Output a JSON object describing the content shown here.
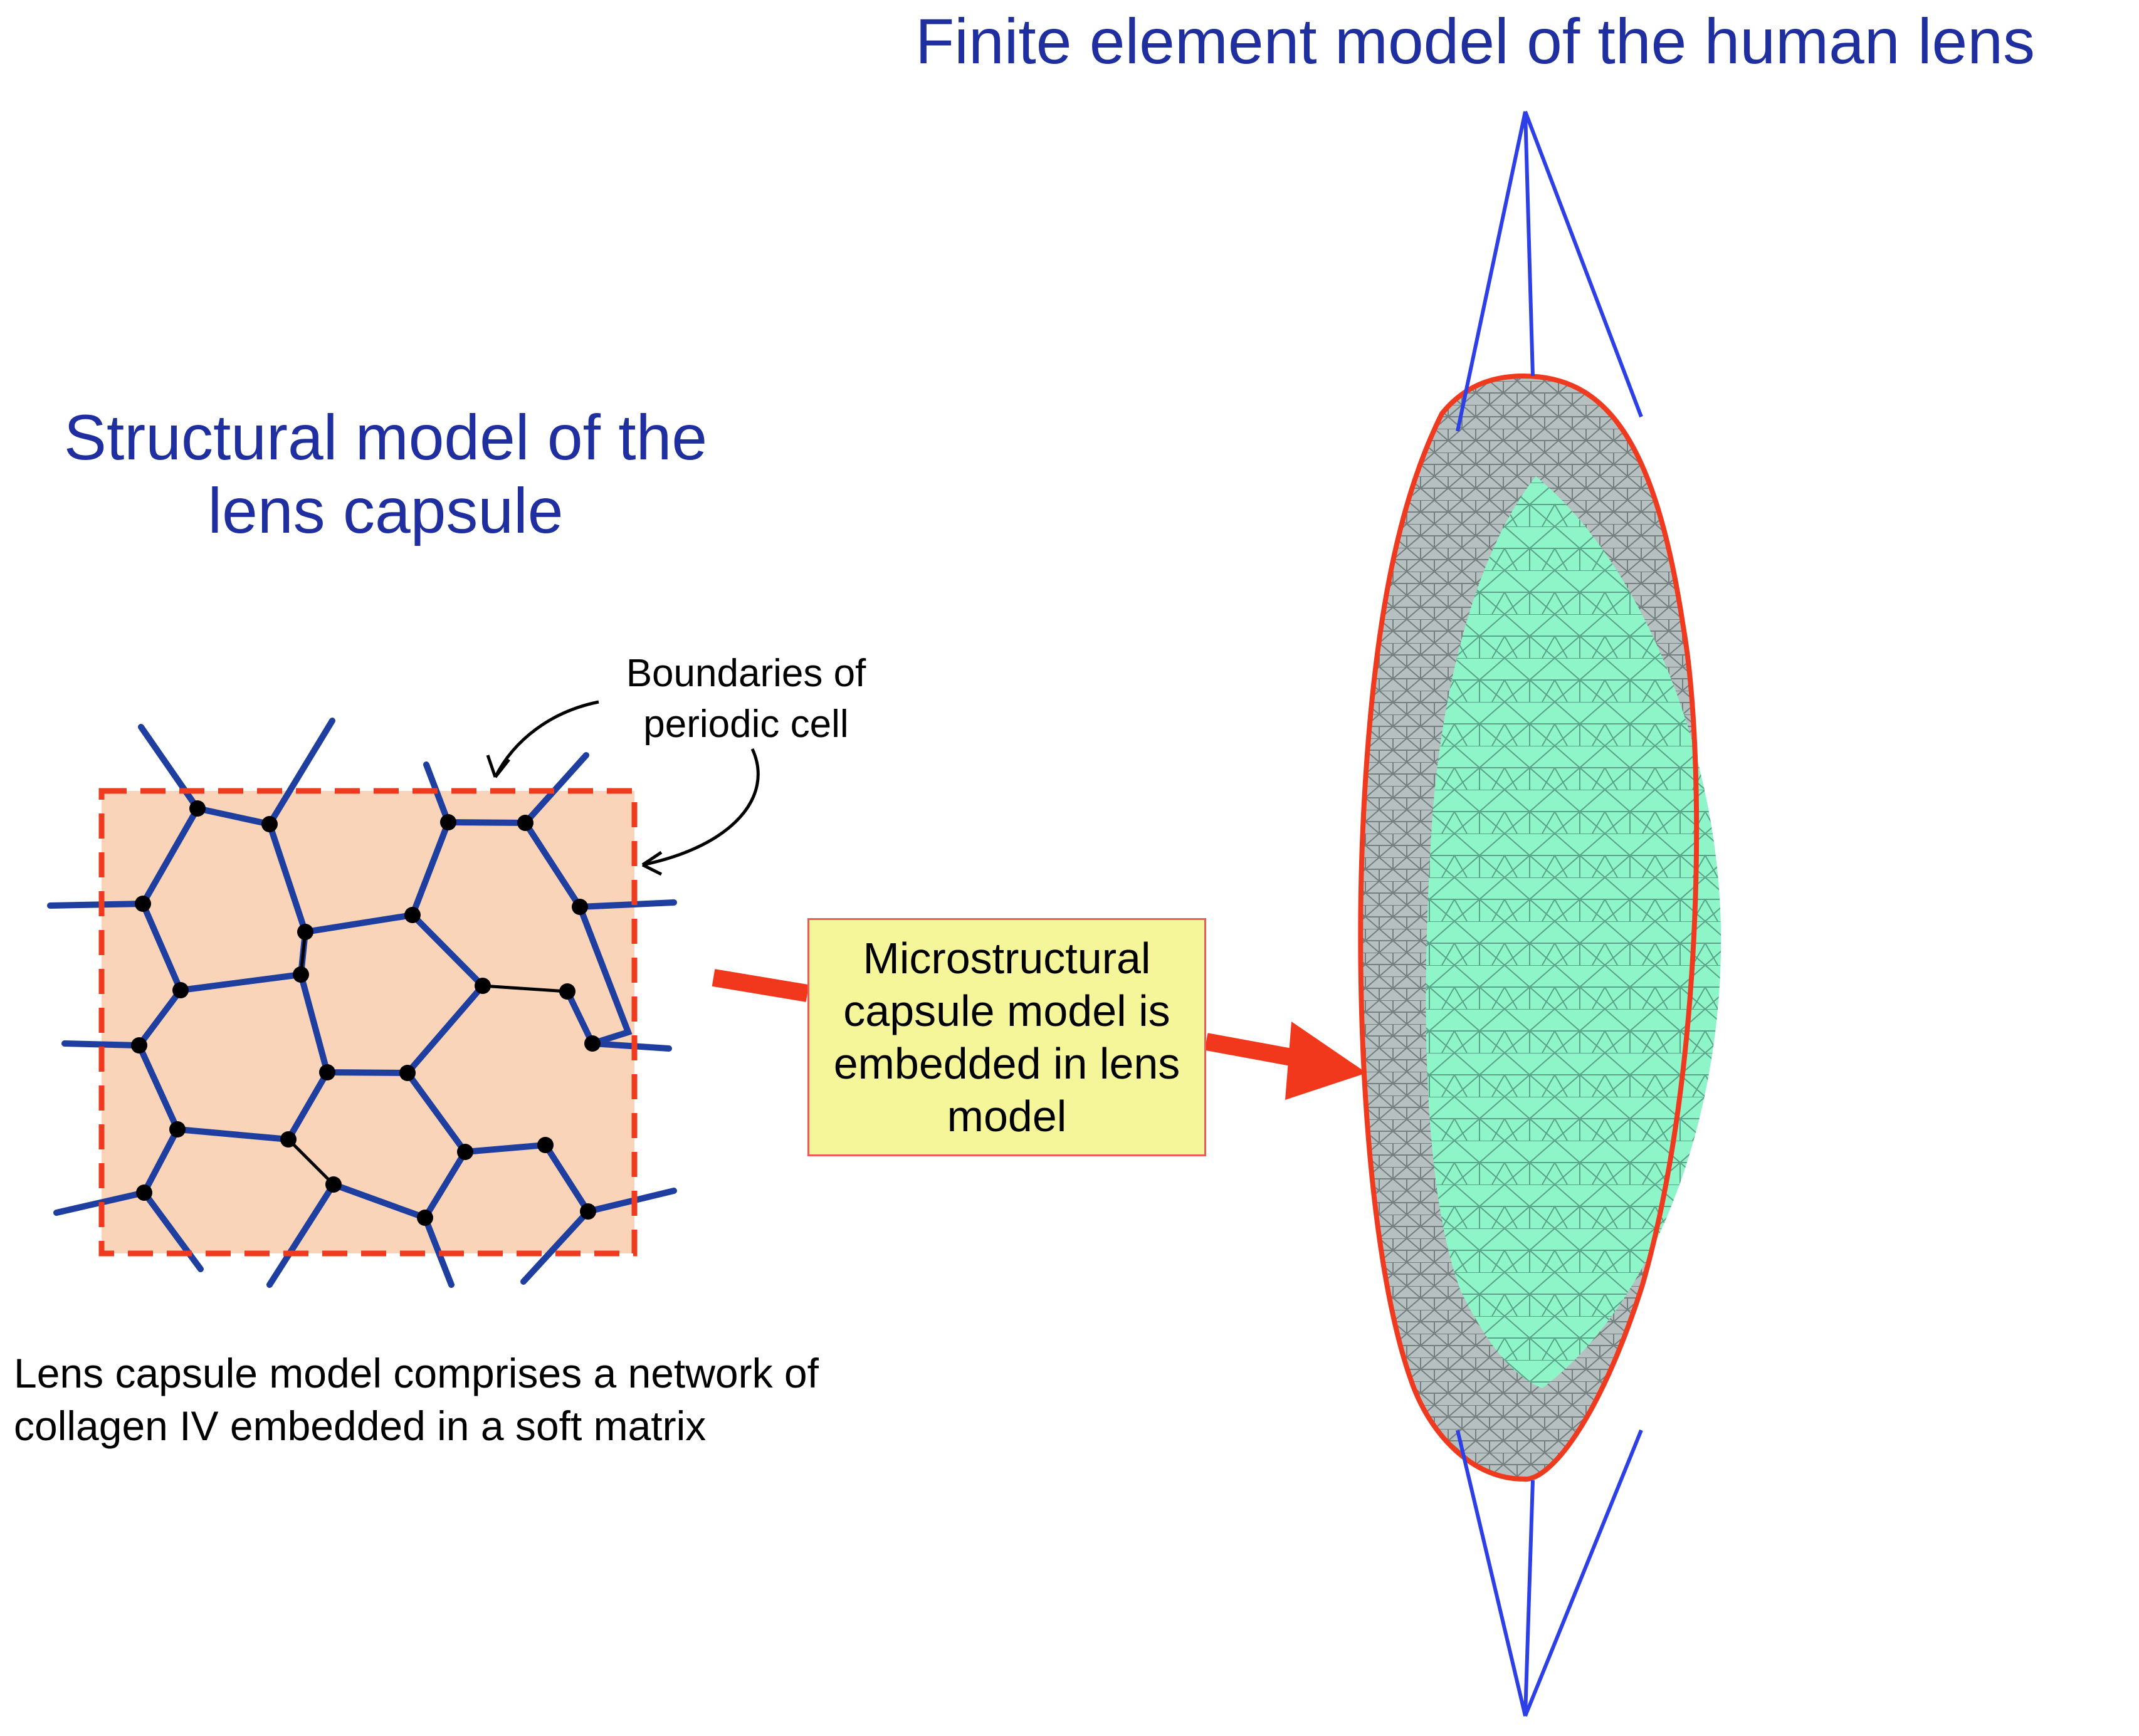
{
  "titles": {
    "right": "Finite element model of the human lens",
    "left": "Structural model of the lens capsule"
  },
  "labels": {
    "boundaries": "Boundaries of periodic cell",
    "callout": "Microstructural capsule model is embedded in lens model",
    "caption": "Lens capsule model comprises a network of collagen IV embedded in a soft matrix"
  },
  "colors": {
    "title_blue": "#1f2f9f",
    "fiber_blue": "#1f3fa0",
    "cell_fill": "#f9d4b8",
    "boundary_red": "#f03a1f",
    "arrow_red": "#f2381c",
    "callout_fill": "#f5f59a",
    "lens_outer_gray": "#b7c0c0",
    "lens_core_green": "#8ef5c8",
    "ligament_blue": "#2d3fe6",
    "lens_outline_red": "#f03a1f"
  },
  "icons": [
    "curved-arrow-icon",
    "node-dot-icon"
  ]
}
